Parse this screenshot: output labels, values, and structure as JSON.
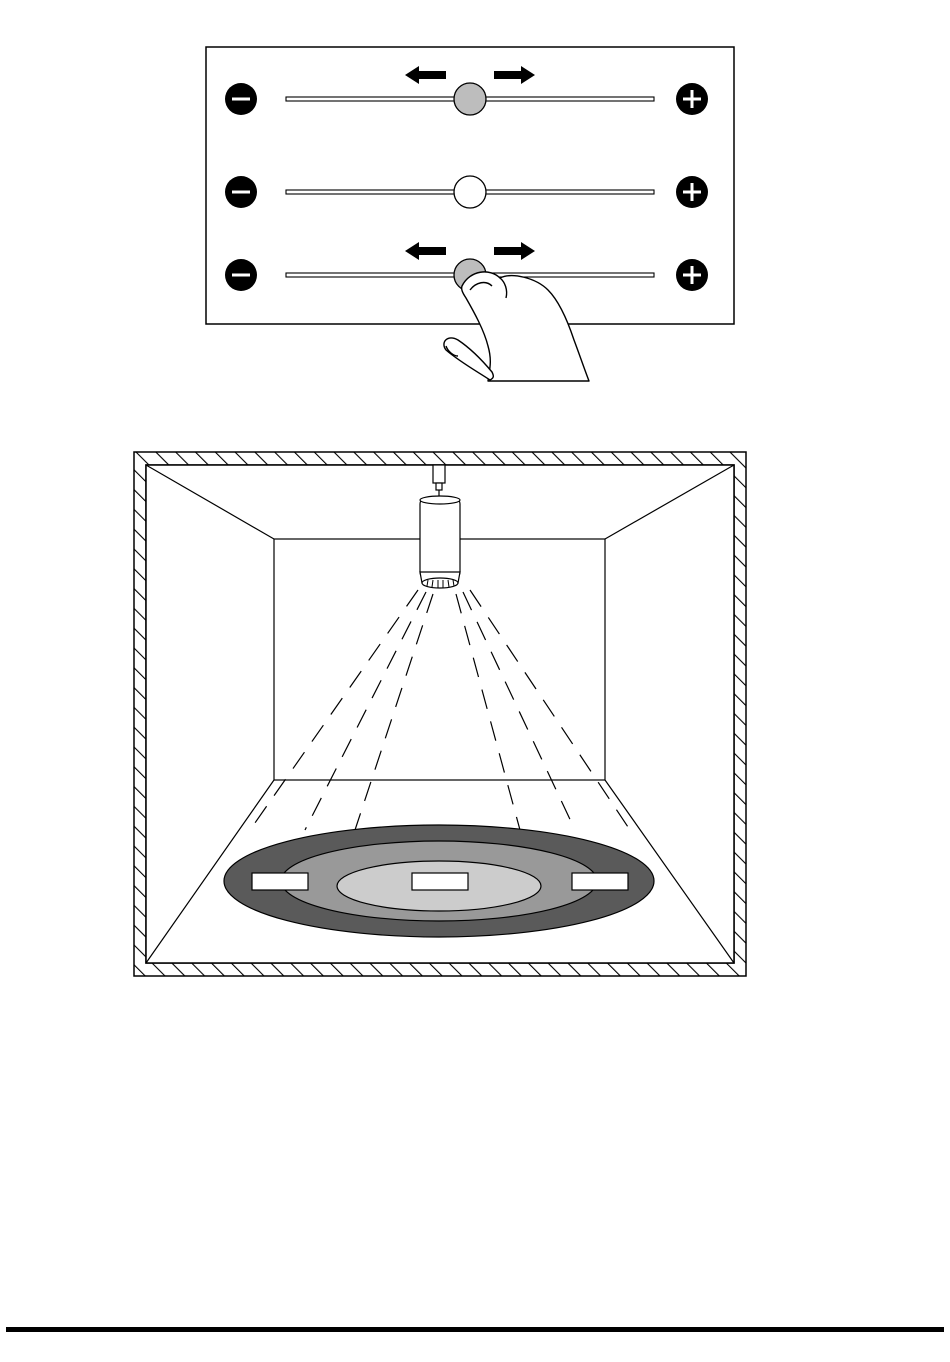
{
  "colors": {
    "line": "#000000",
    "background": "#ffffff",
    "slider_knob_active": "#bdbdbd",
    "slider_knob_idle": "#ffffff",
    "spot_outer": "#5a5a5a",
    "spot_middle": "#999999",
    "spot_inner": "#cccccc",
    "label_box": "#ffffff"
  },
  "sliders": [
    {
      "id": "top",
      "level": 0.5,
      "state": "active",
      "arrows": true,
      "hand": false
    },
    {
      "id": "middle",
      "level": 0.5,
      "state": "idle",
      "arrows": false,
      "hand": false
    },
    {
      "id": "bottom",
      "level": 0.5,
      "state": "active",
      "arrows": true,
      "hand": true
    }
  ],
  "icons": {
    "decrease": "minus-circle-icon",
    "increase": "plus-circle-icon",
    "arrow_left": "arrow-left-icon",
    "arrow_right": "arrow-right-icon",
    "hand": "pointing-hand-icon",
    "fixture": "spotlight-fixture-icon"
  },
  "room": {
    "wall_style": "hatched",
    "spot_zones": 3,
    "zone_labels": [
      "",
      "",
      ""
    ]
  }
}
